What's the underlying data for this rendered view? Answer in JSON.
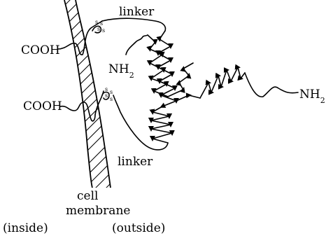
{
  "labels": {
    "linker_top": "linker",
    "linker_bottom": "linker",
    "cooh_top": "COOH",
    "cooh_bottom": "COOH",
    "nh2_left": "NH",
    "nh2_left_sub": "2",
    "nh2_right": "NH",
    "nh2_right_sub": "2",
    "cell": "cell",
    "membrane": "membrane",
    "inside": "(inside)",
    "outside": "(outside)",
    "disulfide": "s"
  }
}
